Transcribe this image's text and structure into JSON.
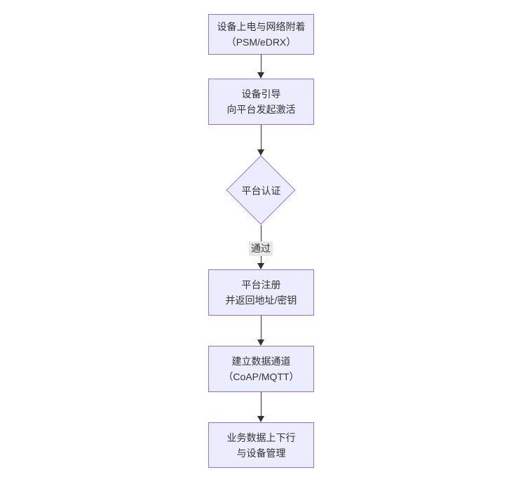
{
  "diagram": {
    "type": "flowchart-vertical",
    "nodes": {
      "power_attach": {
        "shape": "rect",
        "line1": "设备上电与网络附着",
        "line2": "（PSM/eDRX）"
      },
      "bootstrap": {
        "shape": "rect",
        "line1": "设备引导",
        "line2": "向平台发起激活"
      },
      "auth": {
        "shape": "diamond",
        "label": "平台认证"
      },
      "register": {
        "shape": "rect",
        "line1": "平台注册",
        "line2": "并返回地址/密钥"
      },
      "channel": {
        "shape": "rect",
        "line1": "建立数据通道",
        "line2": "（CoAP/MQTT）"
      },
      "business": {
        "shape": "rect",
        "line1": "业务数据上下行",
        "line2": "与设备管理"
      }
    },
    "edges": {
      "pass_label": "通过"
    },
    "colors": {
      "node_fill": "#ECECFF",
      "node_border": "#9370DB",
      "edge_line": "#333333",
      "edge_label_bg": "#e8e8e8",
      "text": "#333333",
      "background": "#ffffff"
    }
  }
}
